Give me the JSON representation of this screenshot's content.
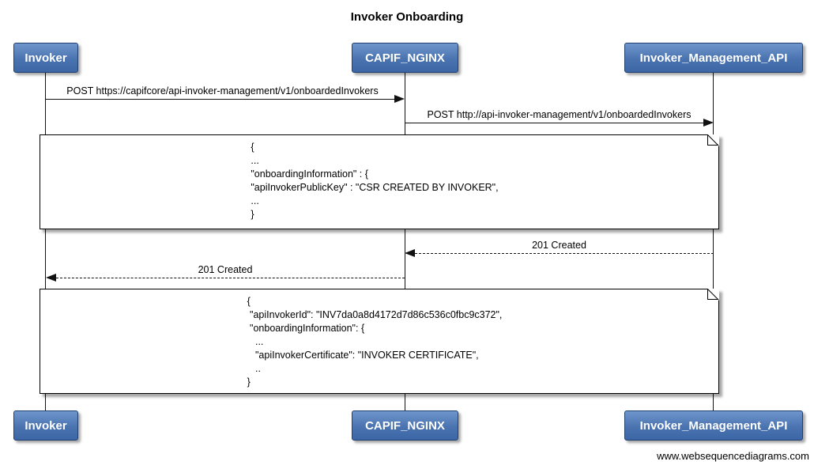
{
  "title": "Invoker Onboarding",
  "actors": {
    "invoker": "Invoker",
    "capif_nginx": "CAPIF_NGINX",
    "invoker_management_api": "Invoker_Management_API"
  },
  "messages": {
    "onboard_request": "POST https://capifcore/api-invoker-management/v1/onboardedInvokers",
    "onboard_forward": "POST http://api-invoker-management/v1/onboardedInvokers",
    "created_response_api": "201 Created",
    "created_response_invoker": "201 Created"
  },
  "notes": {
    "request_body": [
      "{",
      "...",
      "\"onboardingInformation\" : {",
      "\"apiInvokerPublicKey\" : \"CSR CREATED BY INVOKER\",",
      "...",
      "}"
    ],
    "response_body": [
      "{",
      " \"apiInvokerId\": \"INV7da0a8d4172d7d86c536c0fbc9c372\",",
      " \"onboardingInformation\": {",
      "   ...",
      "   \"apiInvokerCertificate\": \"INVOKER CERTIFICATE\",",
      "   ..",
      "}"
    ]
  },
  "footer": "www.websequencediagrams.com",
  "colors": {
    "actor-fill-top": "#6f96cc",
    "actor-fill-bottom": "#3d66a6",
    "actor-border": "#1f3f6e",
    "actor-text": "#ffffff",
    "line-color": "#111111",
    "note-fill": "#ffffff",
    "note-border": "#000000"
  }
}
